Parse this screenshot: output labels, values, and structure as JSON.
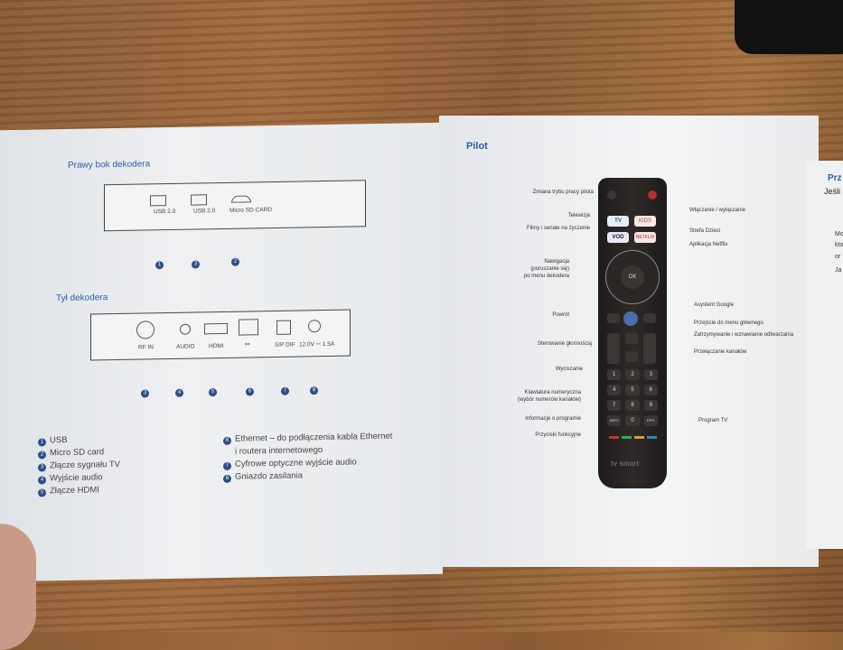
{
  "left_page": {
    "side_title": "Prawy bok dekodera",
    "side_ports": [
      "USB 2.0",
      "USB 2.0",
      "Micro SD CARD"
    ],
    "side_markers": [
      "1",
      "3",
      "2"
    ],
    "back_title": "Tył dekodera",
    "back_ports": [
      "RF IN",
      "AUDIO",
      "HDMI",
      "⚯",
      "S/P DIF",
      "12.0V ⎓ 1.5A"
    ],
    "back_markers": [
      "3",
      "4",
      "5",
      "6",
      "7",
      "8"
    ],
    "legend": [
      {
        "n": "1",
        "text": "USB"
      },
      {
        "n": "2",
        "text": "Micro SD card"
      },
      {
        "n": "3",
        "text": "Złącze sygnału TV"
      },
      {
        "n": "4",
        "text": "Wyjście audio"
      },
      {
        "n": "5",
        "text": "Złącze HDMI"
      },
      {
        "n": "6",
        "text": "Ethernet – do podłączenia kabla Ethernet"
      },
      {
        "n": "",
        "text": "i routera internetowego"
      },
      {
        "n": "7",
        "text": "Cyfrowe optyczne wyjście audio"
      },
      {
        "n": "8",
        "text": "Gniazdo zasilania"
      }
    ]
  },
  "right_page": {
    "title": "Pilot",
    "left_labels": [
      "Zmiana trybu pracy pilota",
      "Telewizja",
      "Filmy i seriale na życzenie",
      "Nawigacja",
      "(poruszanie się)",
      "po menu dekodera",
      "Powrót",
      "Sterowanie głośnością",
      "Wyciszanie",
      "Klawiatura numeryczna",
      "(wybór numerów kanałów)",
      "Informacje o programie",
      "Przyciski funkcyjne"
    ],
    "right_labels": [
      "Włączanie / wyłączanie",
      "Strefa Dzieci",
      "Aplikacja Netflix",
      "Asystent Google",
      "Przejście do menu głównego",
      "Zatrzymywanie i wznawianie odtwarzania",
      "Przełączanie kanałów",
      "Program TV"
    ],
    "remote_buttons": {
      "tv": "TV",
      "kids": "KIDS",
      "vod": "VOD",
      "netflix": "NETFLIX",
      "ok": "OK",
      "keys": [
        "1",
        "2",
        "3",
        "4",
        "5",
        "6",
        "7",
        "8",
        "9",
        "INFO",
        "0",
        "EPG"
      ],
      "brand": "tv smart"
    }
  },
  "next_page": {
    "fragments": [
      "Prz",
      "Jeśli",
      "Mo",
      "kto",
      "or",
      "Ja"
    ]
  },
  "colors": {
    "heading": "#2a5fa8",
    "marker": "#2a4f8a",
    "function_keys": [
      "#c0392b",
      "#27ae60",
      "#e0a020",
      "#2e86c1"
    ]
  }
}
